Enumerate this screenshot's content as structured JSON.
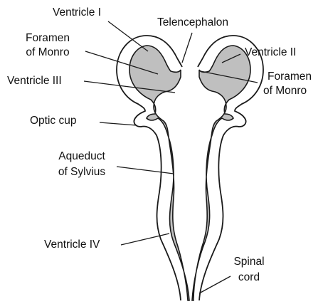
{
  "diagram": {
    "colors": {
      "ventricle_fill": "#bfbfbf",
      "tissue_fill": "#ffffff",
      "outline": "#1a1a1a",
      "label_text": "#111111"
    },
    "labels": {
      "ventricle_i": "Ventricle I",
      "telencephalon": "Telencephalon",
      "foramen_of_monro_left_line1": "Foramen",
      "foramen_of_monro_left_line2": "of Monro",
      "ventricle_ii": "Ventricle II",
      "foramen_of_monro_right_line1": "Foramen",
      "foramen_of_monro_right_line2": "of Monro",
      "ventricle_iii": "Ventricle III",
      "optic_cup": "Optic cup",
      "aqueduct_of_sylvius_line1": "Aqueduct",
      "aqueduct_of_sylvius_line2": "of Sylvius",
      "ventricle_iv": "Ventricle IV",
      "spinal_cord_line1": "Spinal",
      "spinal_cord_line2": "cord"
    }
  }
}
